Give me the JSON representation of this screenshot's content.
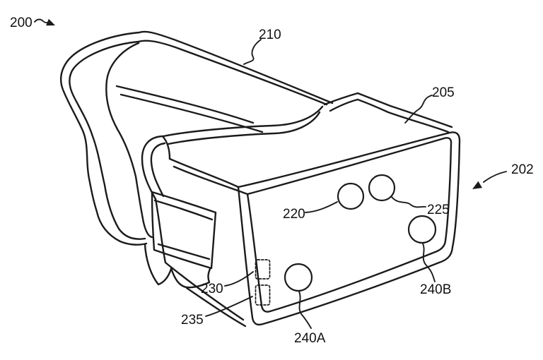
{
  "figure": {
    "type": "patent-line-drawing",
    "subject": "head-mounted display device with strap, sensors and cameras",
    "background_color": "#ffffff",
    "line_color": "#1b1b1b",
    "labels": {
      "fig_number": "200",
      "device": "202",
      "housing_top": "205",
      "strap": "210",
      "sensor_left": "220",
      "sensor_right": "225",
      "port_top": "230",
      "port_bottom": "235",
      "camera_a": "240A",
      "camera_b": "240B"
    }
  }
}
